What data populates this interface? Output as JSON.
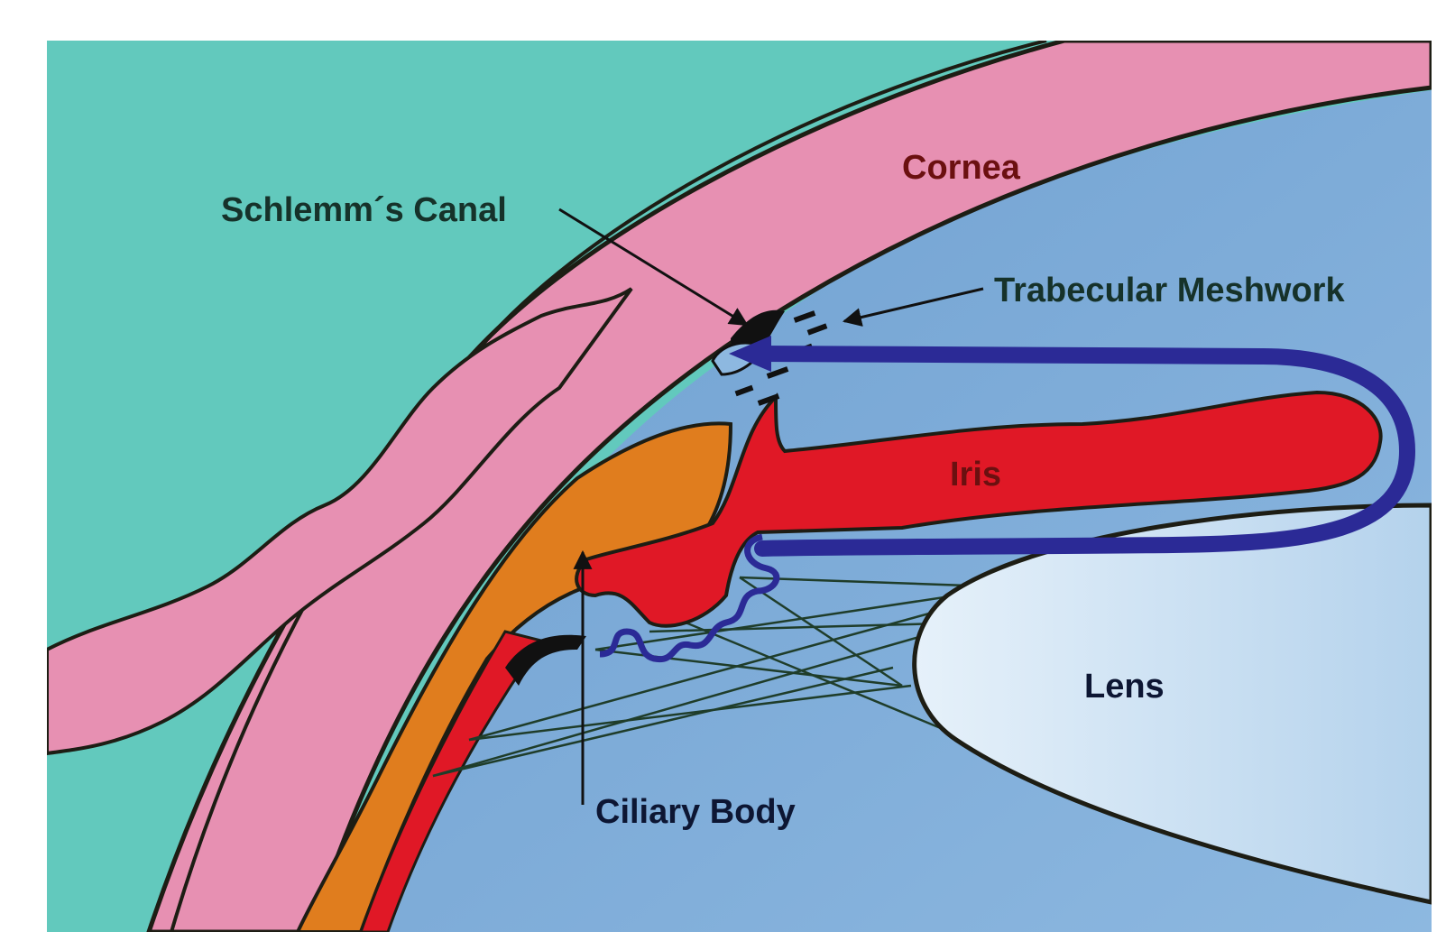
{
  "labels": {
    "cornea": "Cornea",
    "schlemms_canal": "Schlemm´s Canal",
    "trabecular_meshwork": "Trabecular Meshwork",
    "iris": "Iris",
    "lens": "Lens",
    "ciliary_body": "Ciliary Body"
  },
  "colors": {
    "sclera_background": "#62c9bd",
    "conjunctiva": "#e790b2",
    "cornea_sclera": "#e790b2",
    "anterior_chamber": "#7aa9d6",
    "iris": "#e01826",
    "ciliary_body": "#e07d1e",
    "lens": "#c9e0f3",
    "aqueous_flow_arrow": "#2b2a96",
    "outline": "#1d1d14"
  }
}
